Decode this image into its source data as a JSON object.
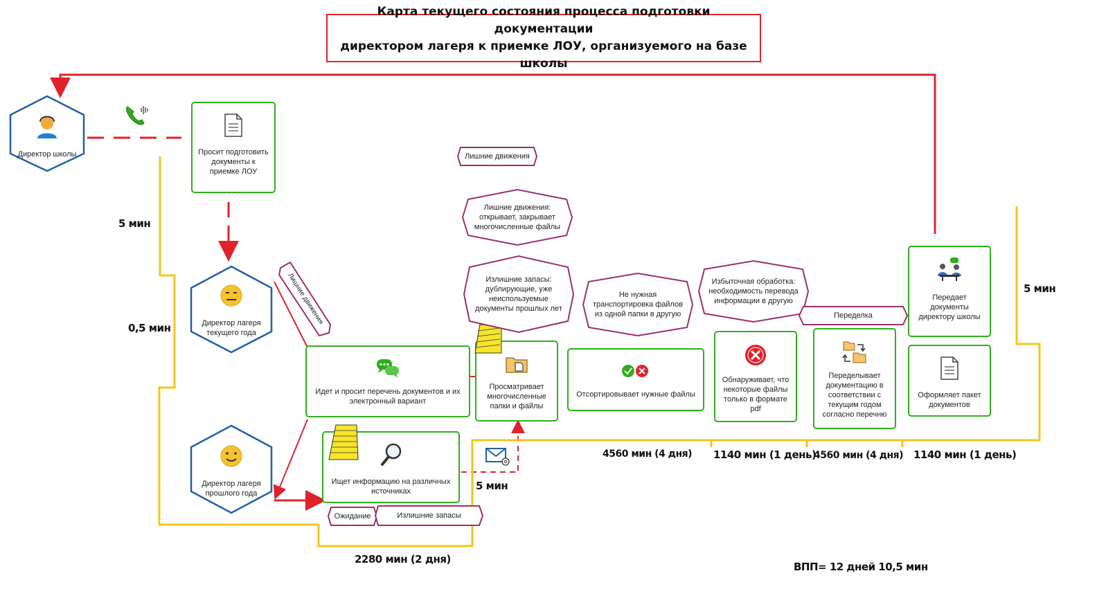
{
  "title": {
    "line1": "Карта текущего состояния процесса подготовки документации",
    "line2": "директором лагеря к приемке ЛОУ, организуемого на базе школы"
  },
  "actors": {
    "school_director": "Директор школы",
    "camp_director_current": "Директор лагеря текущего года",
    "camp_director_past": "Директор лагеря прошлого года"
  },
  "steps": {
    "request_docs": "Просит подготовить документы к приемке ЛОУ",
    "ask_list": "Идет и просит перечень документов и их электронный вариант",
    "search_info": "Ищет информацию на различных источниках",
    "view_files": "Просматривает многочисленные папки и файлы",
    "sort_files": "Отсортировывает нужные файлы",
    "found_pdf": "Обнаруживает, что некоторые файлы только в формате pdf",
    "redo_docs": "Переделывает документацию в соответствии с текущим годом согласно перечню",
    "hand_over": "Передает документы директору школы",
    "prepare_package": "Оформляет пакет документов"
  },
  "wastes": {
    "extra_moves_top": "Лишние движения",
    "extra_moves_files": "Лишние движения: открывает, закрывает многочисленные файлы",
    "excess_stock": "Излишние запасы: дублирующие, уже неиспользуемые документы прошлых лет",
    "transport": "Не нужная транспортировка файлов из одной папки в другую",
    "overprocessing": "Избыточная обработка: необходимость перевода информации в другую",
    "rework": "Переделка",
    "extra_moves_rot": "Лишние движения",
    "waiting": "Ожидание",
    "excess_stock_bottom": "Излишние запасы"
  },
  "times": {
    "t_5min_left": "5 мин",
    "t_05min": "0,5 мин",
    "t_5min_mail": "5 мин",
    "t_5min_right": "5 мин",
    "t_2280": "2280 мин (2 дня)",
    "t_4560_a": "4560 мин (4 дня)",
    "t_1140_a": "1140 мин (1 день)",
    "t_4560_b": "4560 мин (4 дня)",
    "t_1140_b": "1140 мин (1 день)",
    "total": "ВПП= 12 дней 10,5 мин"
  },
  "icons": {
    "phone": "phone-icon",
    "document": "document-icon",
    "chat": "chat-icon",
    "search": "magnifier-icon",
    "folder": "folder-icon",
    "check_cross": "check-cross-icon",
    "error": "error-icon",
    "folders_swap": "folders-swap-icon",
    "meeting": "meeting-icon",
    "email": "email-icon",
    "sticky_note": "sticky-note-icon"
  },
  "colors": {
    "red": "#e0222b",
    "green": "#2fae1c",
    "blue": "#1f5fa8",
    "yellow": "#f5c518",
    "purple": "#9b2f6c"
  }
}
